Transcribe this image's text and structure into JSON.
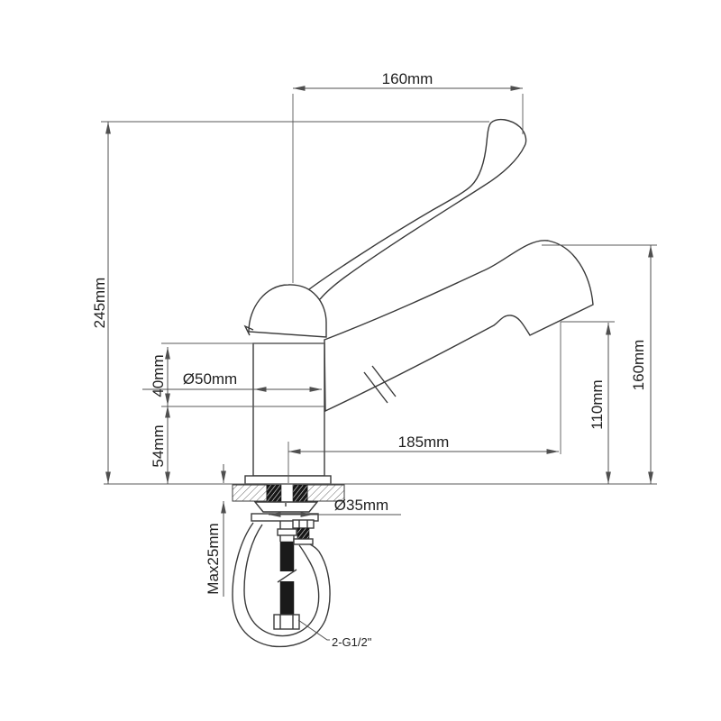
{
  "drawing": {
    "type": "faucet-technical-dimension-drawing",
    "labels": {
      "top_width": "160mm",
      "overall_height": "245mm",
      "handle_height": "40mm",
      "body_diameter": "Ø50mm",
      "base_height": "54mm",
      "spout_reach": "185mm",
      "outlet_height": "110mm",
      "spout_height": "160mm",
      "shank_diameter": "Ø35mm",
      "max_thickness": "Max25mm",
      "thread_note": "2-G1/2\""
    },
    "colors": {
      "background": "#ffffff",
      "object_line": "#3a3a3a",
      "dimension_line": "#4f4f4f",
      "text": "#1f1f1f"
    }
  }
}
